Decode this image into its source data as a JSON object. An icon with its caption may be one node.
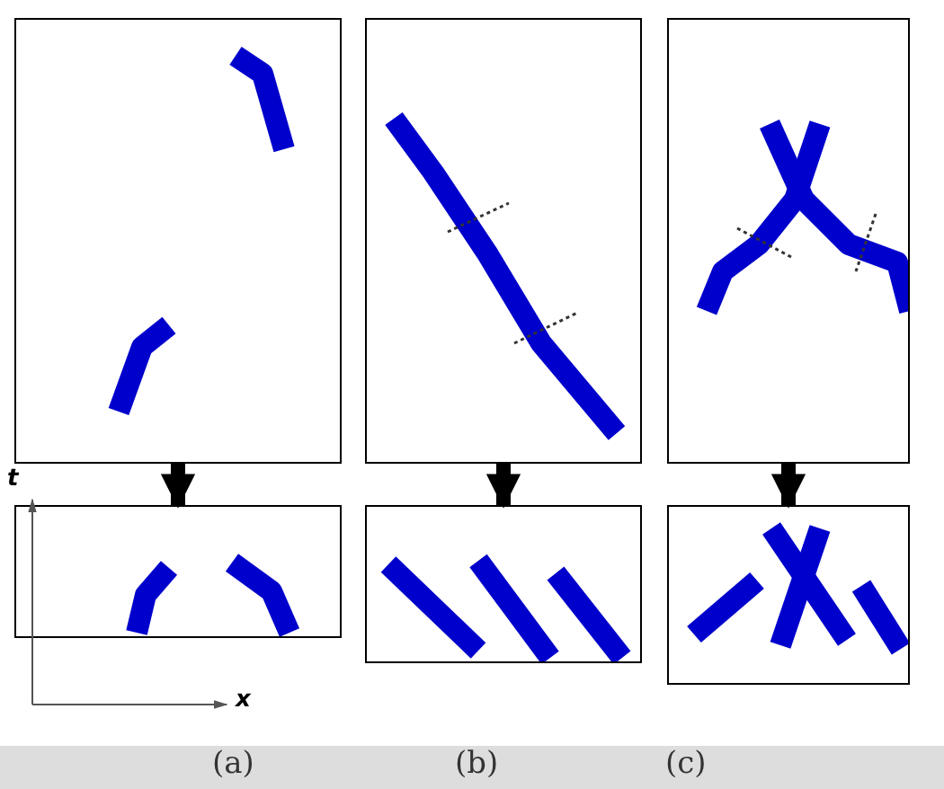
{
  "diagram": {
    "nodes": [
      {
        "text": [],
        "shape": "box"
      },
      {
        "text": [],
        "shape": "box"
      },
      {
        "text": [],
        "shape": "box"
      },
      {
        "text": [],
        "shape": "box"
      },
      {
        "text": [],
        "shape": "box"
      },
      {
        "text": [],
        "shape": "box"
      }
    ],
    "edges": [
      {
        "from": 0,
        "to": 3,
        "arrow": "to"
      },
      {
        "from": 1,
        "to": 4,
        "arrow": "to"
      },
      {
        "from": 2,
        "to": 5,
        "arrow": "to"
      }
    ],
    "labels": [
      "t",
      "x",
      "(a)",
      "(b)",
      "(c)"
    ]
  }
}
